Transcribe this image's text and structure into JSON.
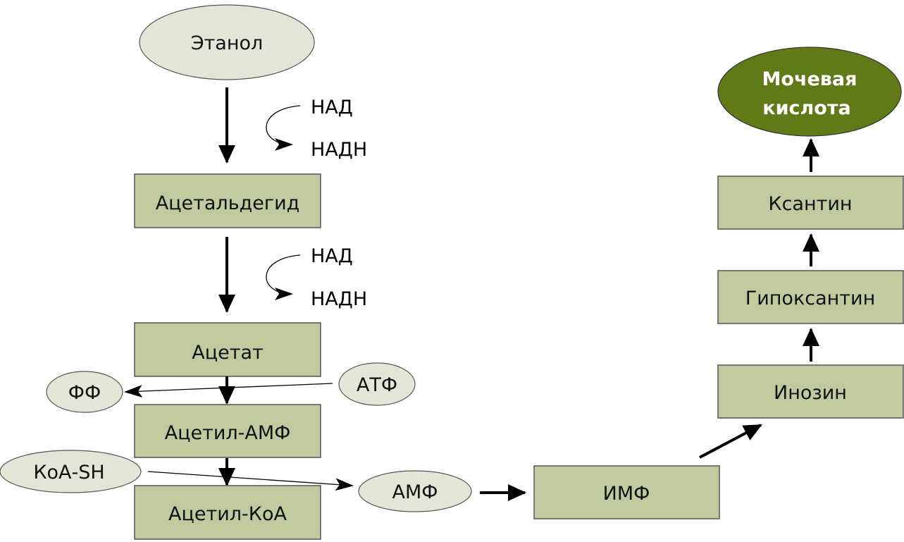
{
  "colors": {
    "box_fill": "#bfca9f",
    "box_stroke": "#555555",
    "ellipse_fill": "#e3e6d6",
    "final_fill": "#607a17",
    "arrow": "#000000"
  },
  "nodes": {
    "ethanol": "Этанол",
    "acetaldehyde": "Ацетальдегид",
    "acetate": "Ацетат",
    "acetyl_amp": "Ацетил-АМФ",
    "acetyl_coa": "Ацетил-КоА",
    "amp": "АМФ",
    "imp": "ИМФ",
    "inosine": "Инозин",
    "hypoxanthine": "Гипоксантин",
    "xanthine": "Ксантин",
    "uric_acid_line1": "Мочевая",
    "uric_acid_line2": "кислота"
  },
  "cofactors": {
    "step1_in": "НАД",
    "step1_out": "НАДН",
    "step2_in": "НАД",
    "step2_out": "НАДН",
    "atp": "АТФ",
    "pp": "ФФ",
    "coa_sh": "КоА-SH"
  }
}
